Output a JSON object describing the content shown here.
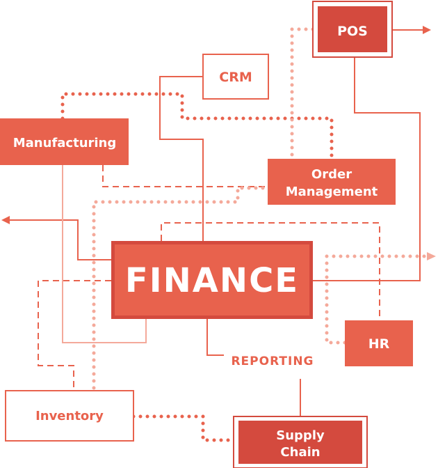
{
  "colors": {
    "primary": "#e8624d",
    "dark": "#d44a3e",
    "light": "#f4a99a",
    "white": "#ffffff"
  },
  "nodes": {
    "pos": "POS",
    "crm": "CRM",
    "manufacturing": "Manufacturing",
    "order_management_line1": "Order",
    "order_management_line2": "Management",
    "finance": "FINANCE",
    "hr": "HR",
    "reporting": "REPORTING",
    "inventory": "Inventory",
    "supply_chain_line1": "Supply",
    "supply_chain_line2": "Chain"
  }
}
